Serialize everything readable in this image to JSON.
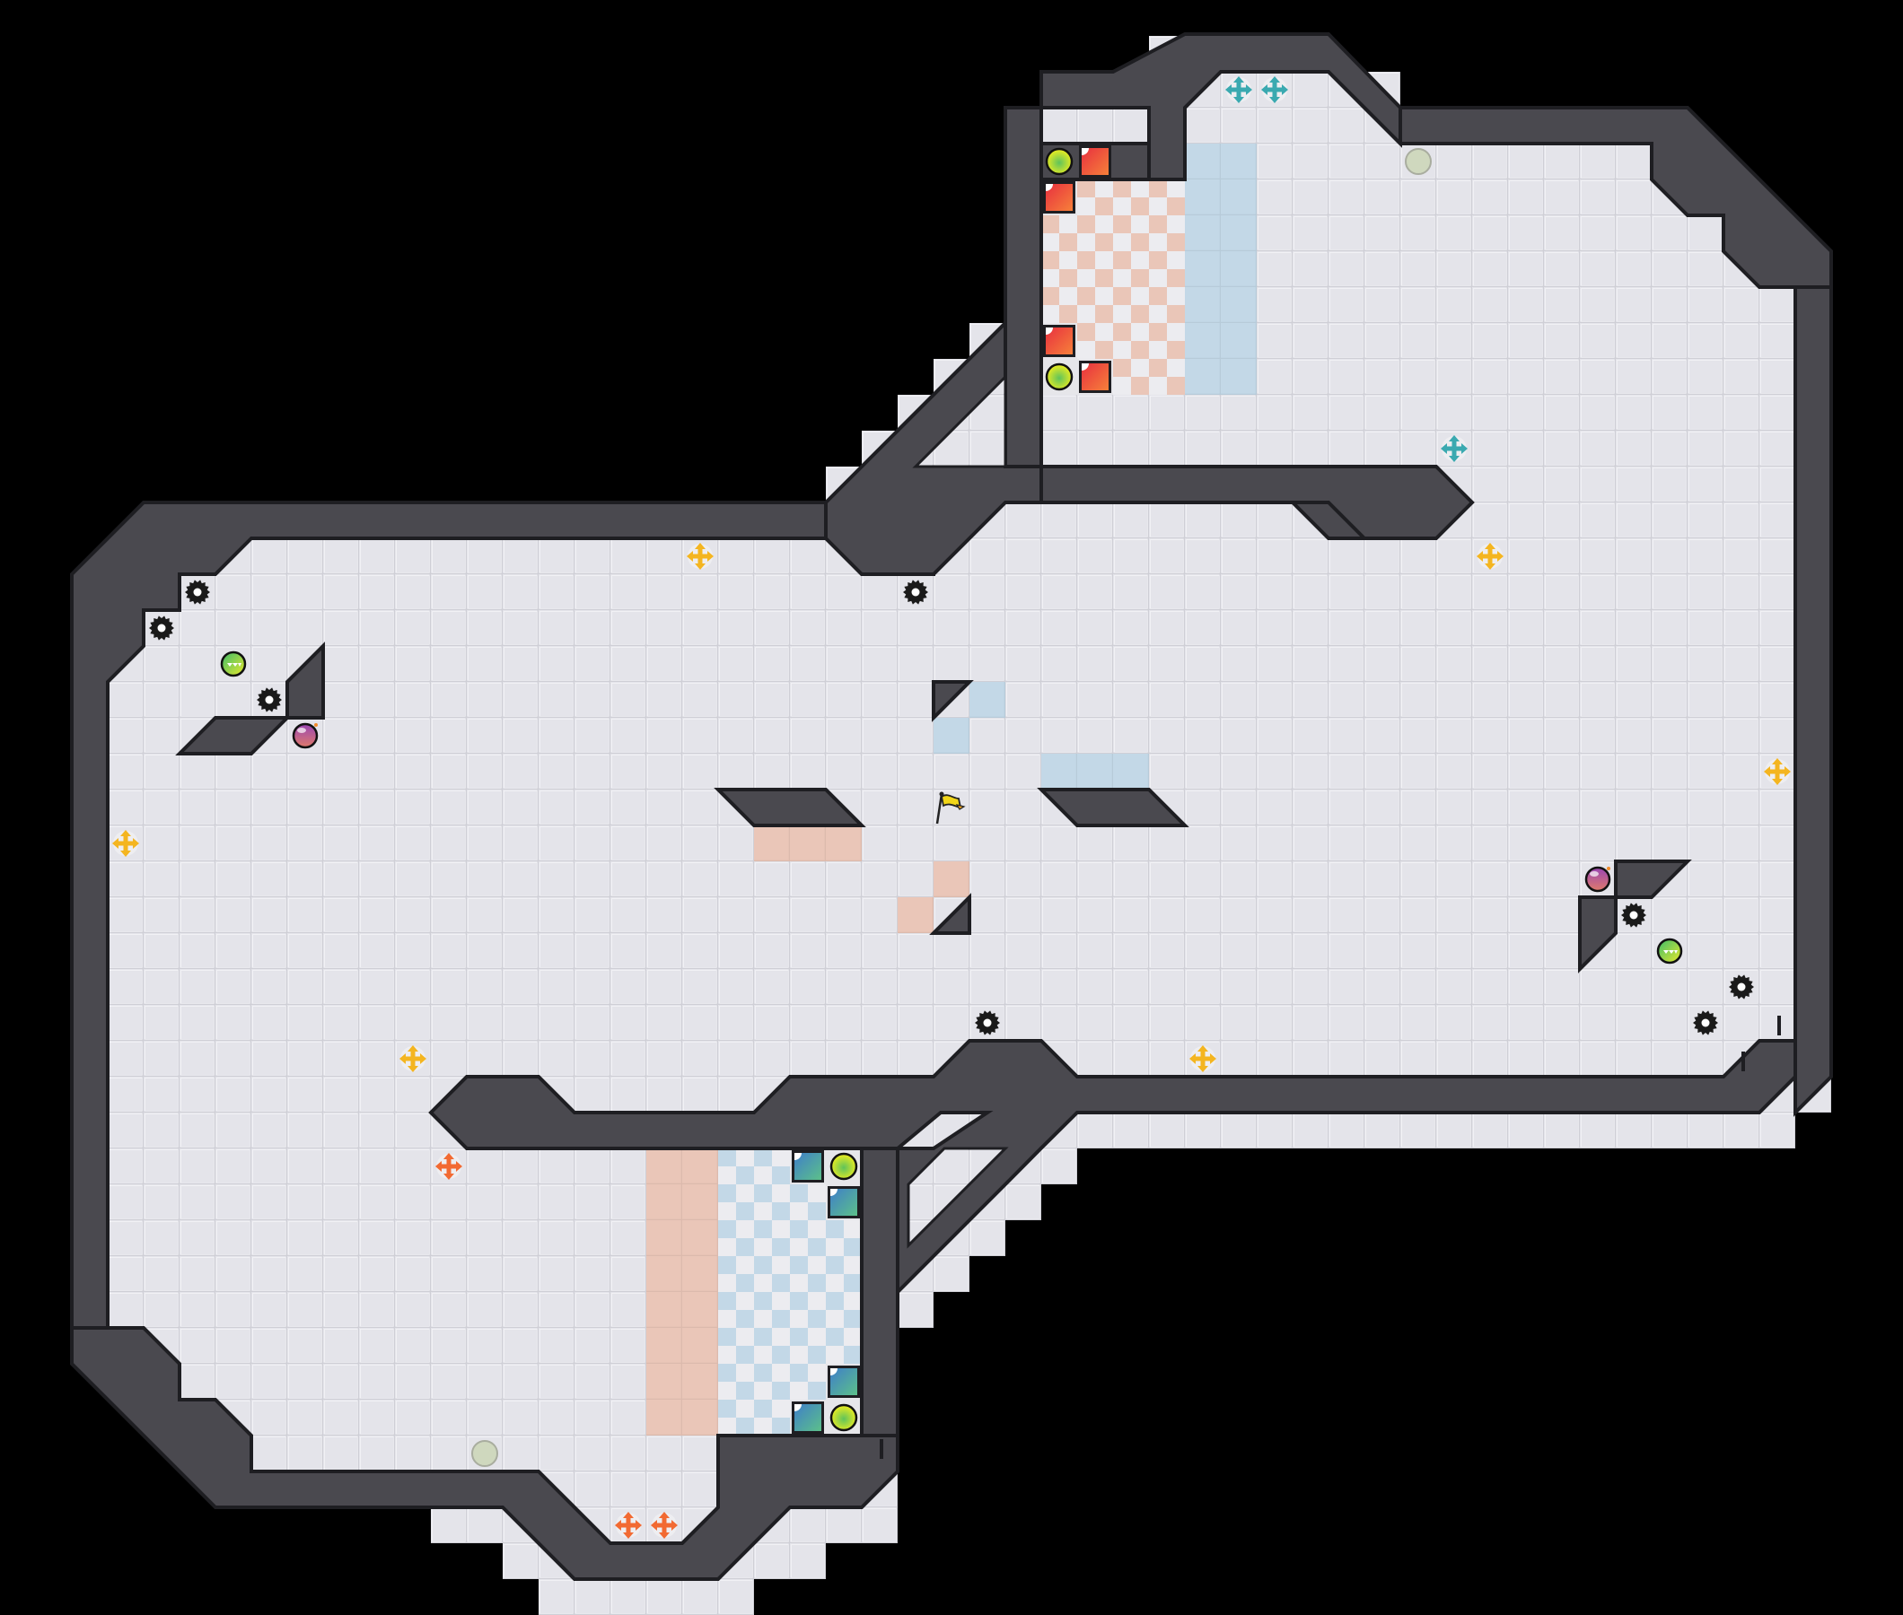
{
  "level": {
    "grid_cols": 53,
    "grid_rows": 45,
    "colors": {
      "background": "#000000",
      "floor": "#e4e4ea",
      "floor_line": "#cfcfd6",
      "wall": "#4a494f",
      "wall_edge": "#1e1e22",
      "peach": "#eac6b8",
      "blue": "#c3d8e7",
      "red_block": "#e8403a",
      "red_block_light": "#f6783a",
      "teal_block": "#3f8fc0",
      "teal_block_light": "#5cc08a",
      "orb_yellow": "#f0ee1e",
      "orb_green": "#5fc35b",
      "gear": "#1a1a1a",
      "move_yellow": "#f4b520",
      "move_teal": "#3aa9b0",
      "move_orange": "#f26a32",
      "target_circle": "#cfd8be",
      "flag": "#f1d619",
      "bomb": "#a04db0",
      "shield": "#55c05a"
    },
    "start_flag": {
      "icon": "flag-icon",
      "col": 26,
      "row": 22
    },
    "gears": [
      {
        "col": 5,
        "row": 16
      },
      {
        "col": 4,
        "row": 17
      },
      {
        "col": 7,
        "row": 19
      },
      {
        "col": 25,
        "row": 16
      },
      {
        "col": 27,
        "row": 28
      },
      {
        "col": 45,
        "row": 25
      },
      {
        "col": 48,
        "row": 27
      },
      {
        "col": 47,
        "row": 28
      }
    ],
    "bombs": [
      {
        "col": 8,
        "row": 20
      },
      {
        "col": 44,
        "row": 24
      }
    ],
    "shields": [
      {
        "col": 6,
        "row": 18
      },
      {
        "col": 46,
        "row": 26
      }
    ],
    "move_markers": [
      {
        "color": "move_yellow",
        "col": 19,
        "row": 15
      },
      {
        "color": "move_yellow",
        "col": 41,
        "row": 15
      },
      {
        "color": "move_yellow",
        "col": 3,
        "row": 23
      },
      {
        "color": "move_yellow",
        "col": 49,
        "row": 21
      },
      {
        "color": "move_yellow",
        "col": 11,
        "row": 29
      },
      {
        "color": "move_yellow",
        "col": 33,
        "row": 29
      },
      {
        "color": "move_teal",
        "col": 34,
        "row": 2
      },
      {
        "color": "move_teal",
        "col": 35,
        "row": 2
      },
      {
        "color": "move_teal",
        "col": 40,
        "row": 12
      },
      {
        "color": "move_orange",
        "col": 12,
        "row": 32
      },
      {
        "color": "move_orange",
        "col": 17,
        "row": 42
      },
      {
        "color": "move_orange",
        "col": 18,
        "row": 42
      }
    ],
    "target_circles": [
      {
        "col": 39,
        "row": 4
      },
      {
        "col": 13,
        "row": 40
      }
    ],
    "top_room": {
      "peach_checker": {
        "col_from": 29,
        "col_to": 32,
        "row_from": 4,
        "row_to": 10
      },
      "blue_strip": {
        "col_from": 33,
        "col_to": 34,
        "row_from": 4,
        "row_to": 10
      },
      "blocks": [
        {
          "col": 30,
          "row": 4
        },
        {
          "col": 29,
          "row": 5
        },
        {
          "col": 29,
          "row": 9
        },
        {
          "col": 30,
          "row": 10
        }
      ],
      "orbs": [
        {
          "col": 29,
          "row": 4
        },
        {
          "col": 29,
          "row": 10
        }
      ]
    },
    "bottom_room": {
      "peach_strip": {
        "col_from": 18,
        "col_to": 19,
        "row_from": 32,
        "row_to": 39
      },
      "blue_checker": {
        "col_from": 20,
        "col_to": 23,
        "row_from": 32,
        "row_to": 39
      },
      "blocks": [
        {
          "col": 22,
          "row": 32
        },
        {
          "col": 23,
          "row": 33
        },
        {
          "col": 23,
          "row": 38
        },
        {
          "col": 22,
          "row": 39
        }
      ],
      "orbs": [
        {
          "col": 23,
          "row": 32
        },
        {
          "col": 23,
          "row": 39
        }
      ]
    },
    "center_tiles": {
      "blue": [
        {
          "col": 27,
          "row": 19
        },
        {
          "col": 26,
          "row": 20
        },
        {
          "col": 29,
          "row": 21
        },
        {
          "col": 30,
          "row": 21
        },
        {
          "col": 31,
          "row": 21
        }
      ],
      "peach": [
        {
          "col": 21,
          "row": 23
        },
        {
          "col": 22,
          "row": 23
        },
        {
          "col": 23,
          "row": 23
        },
        {
          "col": 26,
          "row": 24
        },
        {
          "col": 25,
          "row": 25
        }
      ]
    }
  }
}
